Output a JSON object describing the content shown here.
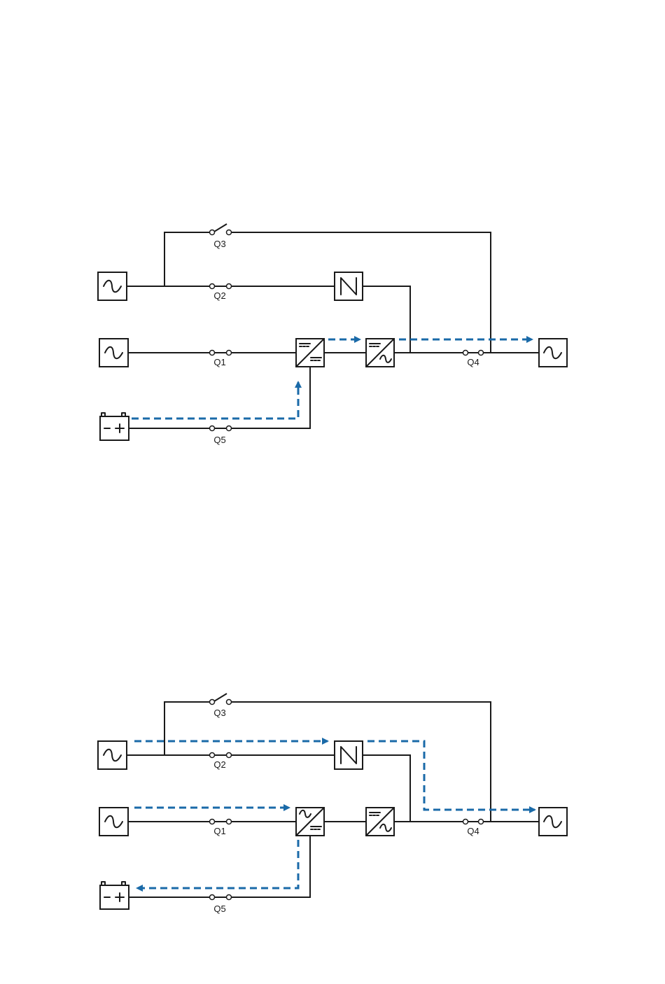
{
  "colors": {
    "line": "#1a1a1a",
    "flow": "#1a6aa8",
    "background": "#ffffff"
  },
  "diagrams": [
    {
      "id": "top",
      "switch_labels": {
        "q1": "Q1",
        "q2": "Q2",
        "q3": "Q3",
        "q4": "Q4",
        "q5": "Q5"
      },
      "icons": {
        "bypass_source": "ac-source-icon",
        "main_source": "ac-source-icon",
        "battery": "battery-icon",
        "static_switch": "static-switch-icon",
        "rectifier": "dc-dc-converter-icon",
        "inverter": "inverter-icon",
        "load": "ac-load-icon"
      }
    },
    {
      "id": "bottom",
      "switch_labels": {
        "q1": "Q1",
        "q2": "Q2",
        "q3": "Q3",
        "q4": "Q4",
        "q5": "Q5"
      },
      "icons": {
        "bypass_source": "ac-source-icon",
        "main_source": "ac-source-icon",
        "battery": "battery-icon",
        "static_switch": "static-switch-icon",
        "rectifier": "rectifier-icon",
        "inverter": "inverter-icon",
        "load": "ac-load-icon"
      }
    }
  ]
}
